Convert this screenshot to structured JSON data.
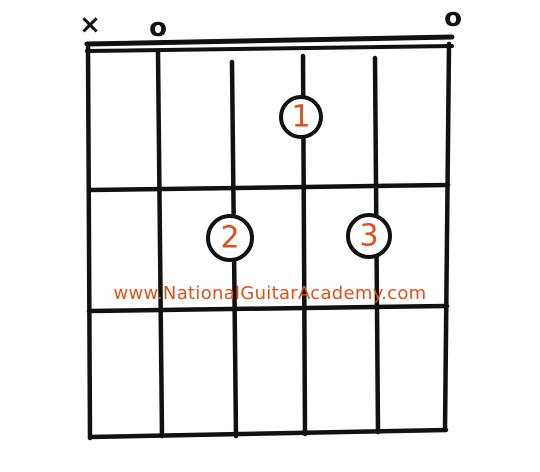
{
  "diagram": {
    "type": "guitar-chord-chart",
    "string_markers": [
      "×",
      "o",
      "",
      "",
      "",
      "o"
    ],
    "frets_shown": 3,
    "fingers": [
      {
        "label": "1",
        "string": 4,
        "fret": 1
      },
      {
        "label": "2",
        "string": 3,
        "fret": 2
      },
      {
        "label": "3",
        "string": 5,
        "fret": 2
      }
    ],
    "watermark": "www.NationalGuitarAcademy.com",
    "accent_color": "#d9531e",
    "ink_color": "#111111"
  }
}
